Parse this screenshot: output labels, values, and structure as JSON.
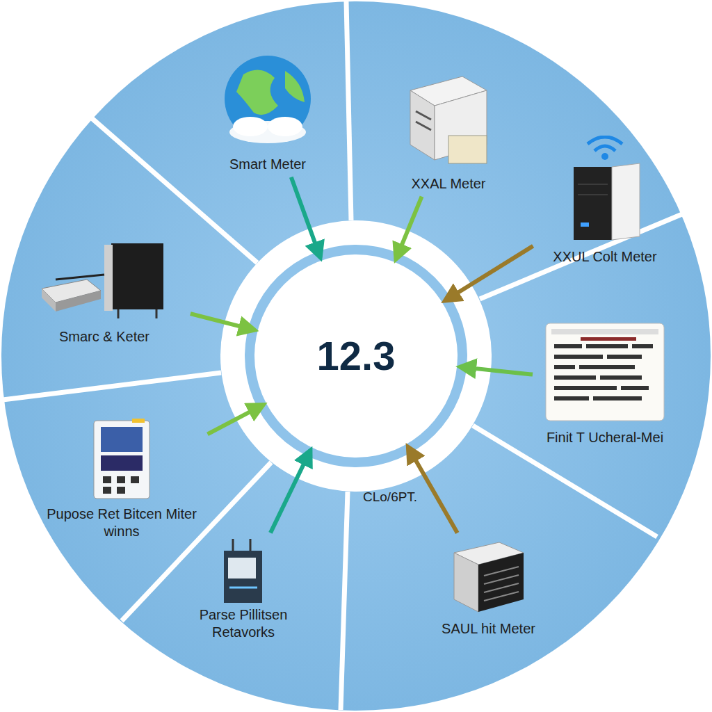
{
  "diagram": {
    "nodes": [
      {
        "text": [
          "12.3"
        ]
      },
      {
        "text": [
          "Smart Meter"
        ]
      },
      {
        "text": [
          "XXAL Meter"
        ]
      },
      {
        "text": [
          "XXUL Colt Meter"
        ]
      },
      {
        "text": [
          "Finit T Ucheral-Mei"
        ]
      },
      {
        "text": [
          "SAUL hit Meter"
        ]
      },
      {
        "text": [
          "Parse Pillitsen Retavorks"
        ]
      },
      {
        "text": [
          "Pupose Ret Bitcen Miter winns"
        ]
      },
      {
        "text": [
          "Smarc & Keter"
        ]
      }
    ],
    "edges": [
      {
        "from": 1,
        "to": 0,
        "arrow": "to"
      },
      {
        "from": 2,
        "to": 0,
        "arrow": "to"
      },
      {
        "from": 3,
        "to": 0,
        "arrow": "to"
      },
      {
        "from": 4,
        "to": 0,
        "arrow": "to"
      },
      {
        "from": 5,
        "to": 0,
        "arrow": "to"
      },
      {
        "from": 6,
        "to": 0,
        "arrow": "to"
      },
      {
        "from": 7,
        "to": 0,
        "arrow": "to"
      },
      {
        "from": 8,
        "to": 0,
        "arrow": "to"
      }
    ],
    "labels": [
      "CLo/6PT."
    ]
  }
}
